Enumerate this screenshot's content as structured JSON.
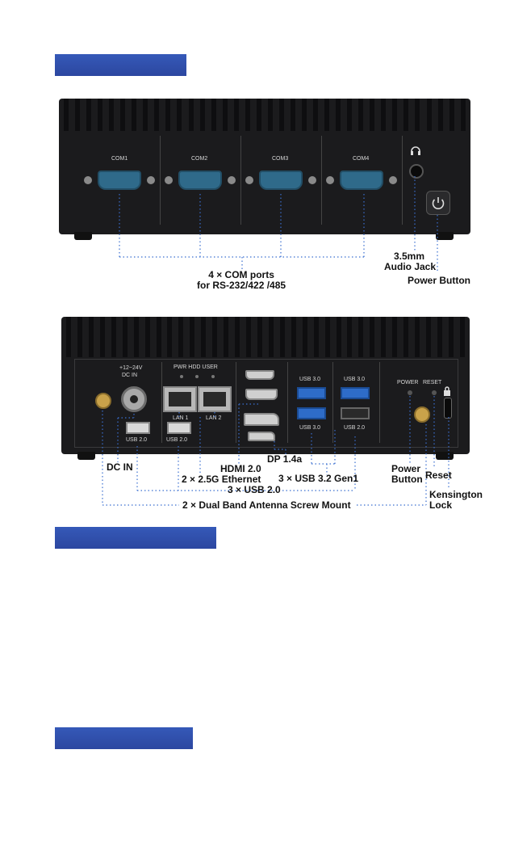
{
  "colors": {
    "section_bar": "#2f4ea9",
    "device": "#1b1b1d",
    "com_port": "#2f6a8a",
    "usb3_port": "#2e6cc8",
    "leader": "#3a6fd0"
  },
  "front": {
    "com_labels": [
      "COM1",
      "COM2",
      "COM3",
      "COM4"
    ],
    "callout_com": [
      "4 × COM ports",
      "for RS-232/422 /485"
    ],
    "callout_audio": [
      "3.5mm",
      "Audio Jack"
    ],
    "callout_power": "Power Button"
  },
  "rear": {
    "panel": {
      "dc_in_top": "+12~24V",
      "dc_in_bottom": "DC IN",
      "leds": "PWR HDD USER",
      "lan1": "LAN 1",
      "lan2": "LAN 2",
      "usb20_a": "USB 2.0",
      "usb20_b": "USB 2.0",
      "usb30_a": "USB 3.0",
      "usb30_b": "USB 3.0",
      "usb30_c": "USB 3.0",
      "usb20_c": "USB 2.0",
      "power": "POWER",
      "reset": "RESET"
    },
    "callouts": {
      "dc_in": "DC IN",
      "hdmi": "HDMI 2.0",
      "dp": "DP 1.4a",
      "ethernet": "2 × 2.5G Ethernet",
      "usb32": "3 × USB 3.2 Gen1",
      "usb20": "3 × USB 2.0",
      "antenna": "2 × Dual Band Antenna Screw Mount",
      "power_button": [
        "Power",
        "Button"
      ],
      "reset": "Reset",
      "kensington": [
        "Kensington",
        "Lock"
      ]
    }
  }
}
